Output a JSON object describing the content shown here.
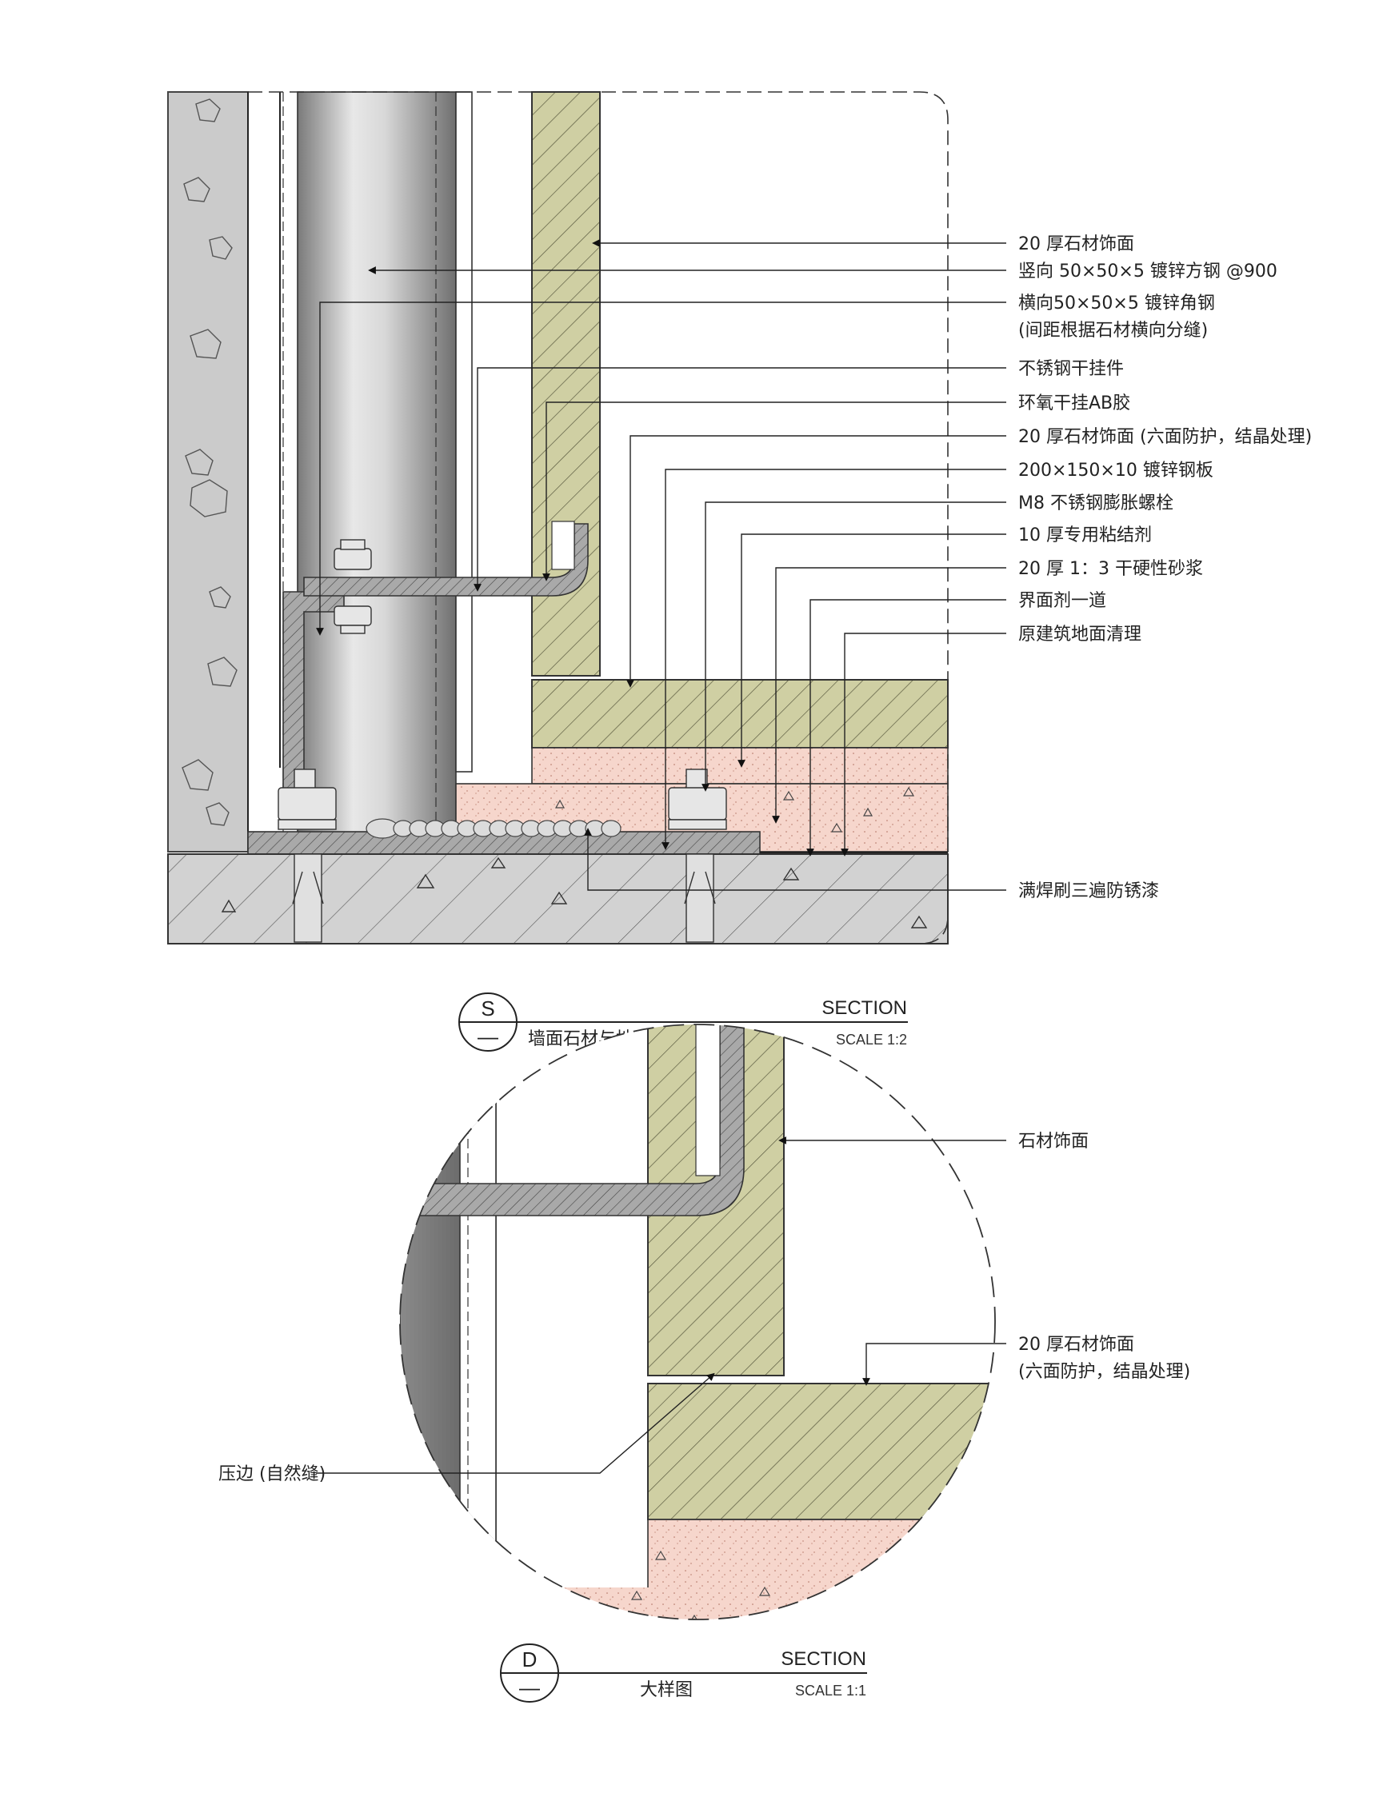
{
  "section_s": {
    "symbol_top": "S",
    "symbol_bottom": "—",
    "heading": "SECTION",
    "title": "墙面石材与地面石材压边工艺",
    "scale": "SCALE 1:2",
    "labels": [
      "20 厚石材饰面",
      "竖向 50×50×5 镀锌方钢 @900",
      "横向50×50×5 镀锌角钢",
      "(间距根据石材横向分缝)",
      "不锈钢干挂件",
      "环氧干挂AB胶",
      "20 厚石材饰面 (六面防护，结晶处理)",
      "200×150×10 镀锌钢板",
      "M8 不锈钢膨胀螺栓",
      "10 厚专用粘结剂",
      "20 厚 1：3 干硬性砂浆",
      "界面剂一道",
      "原建筑地面清理",
      "满焊刷三遍防锈漆"
    ]
  },
  "section_d": {
    "symbol_top": "D",
    "symbol_bottom": "—",
    "heading": "SECTION",
    "title": "大样图",
    "scale": "SCALE 1:1",
    "labels": [
      "石材饰面",
      "20 厚石材饰面",
      "(六面防护，结晶处理)",
      "压边 (自然缝)"
    ]
  },
  "colors": {
    "stone": "#cfcfa3",
    "mortar": "#f6d6cc",
    "concrete": "#d2d2d2",
    "steel": "#a9a9a9"
  }
}
